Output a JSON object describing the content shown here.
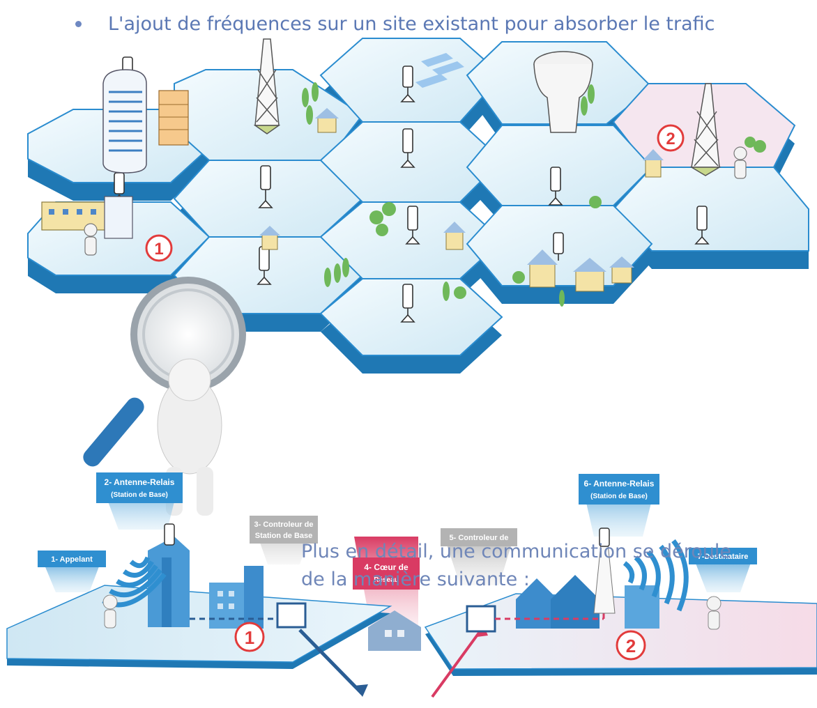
{
  "header": {
    "bullet_text": "L'ajout de fréquences sur un site existant pour absorber le trafic"
  },
  "top_diagram": {
    "marker_1": "1",
    "marker_2": "2"
  },
  "bottom_diagram": {
    "labels": {
      "appelant": "1- Appelant",
      "antenne_relais_left_title": "2- Antenne-Relais",
      "antenne_relais_left_sub": "(Station de Base)",
      "controleur_left_title": "3- Controleur de",
      "controleur_left_sub": "Station de Base",
      "coeur_title": "4- Cœur de",
      "coeur_sub": "Réseau",
      "controleur_right_title": "5- Controleur de",
      "antenne_relais_right_title": "6- Antenne-Relais",
      "antenne_relais_right_sub": "(Station de Base)",
      "destinataire": "7-Destinataire"
    },
    "marker_1": "1",
    "marker_2": "2"
  },
  "body_text": {
    "detail": "Plus en détail, une communication se déroule de la manière suivante :"
  },
  "colors": {
    "tile_top": "#dff0f8",
    "tile_side": "#1f78b4",
    "tile_edge": "#2a8ccf",
    "marker_red": "#e23b3b",
    "label_blue": "#2f8fd0",
    "label_grey": "#b3b3b3",
    "label_red": "#d93b63",
    "text_blue": "#5b78b4"
  }
}
